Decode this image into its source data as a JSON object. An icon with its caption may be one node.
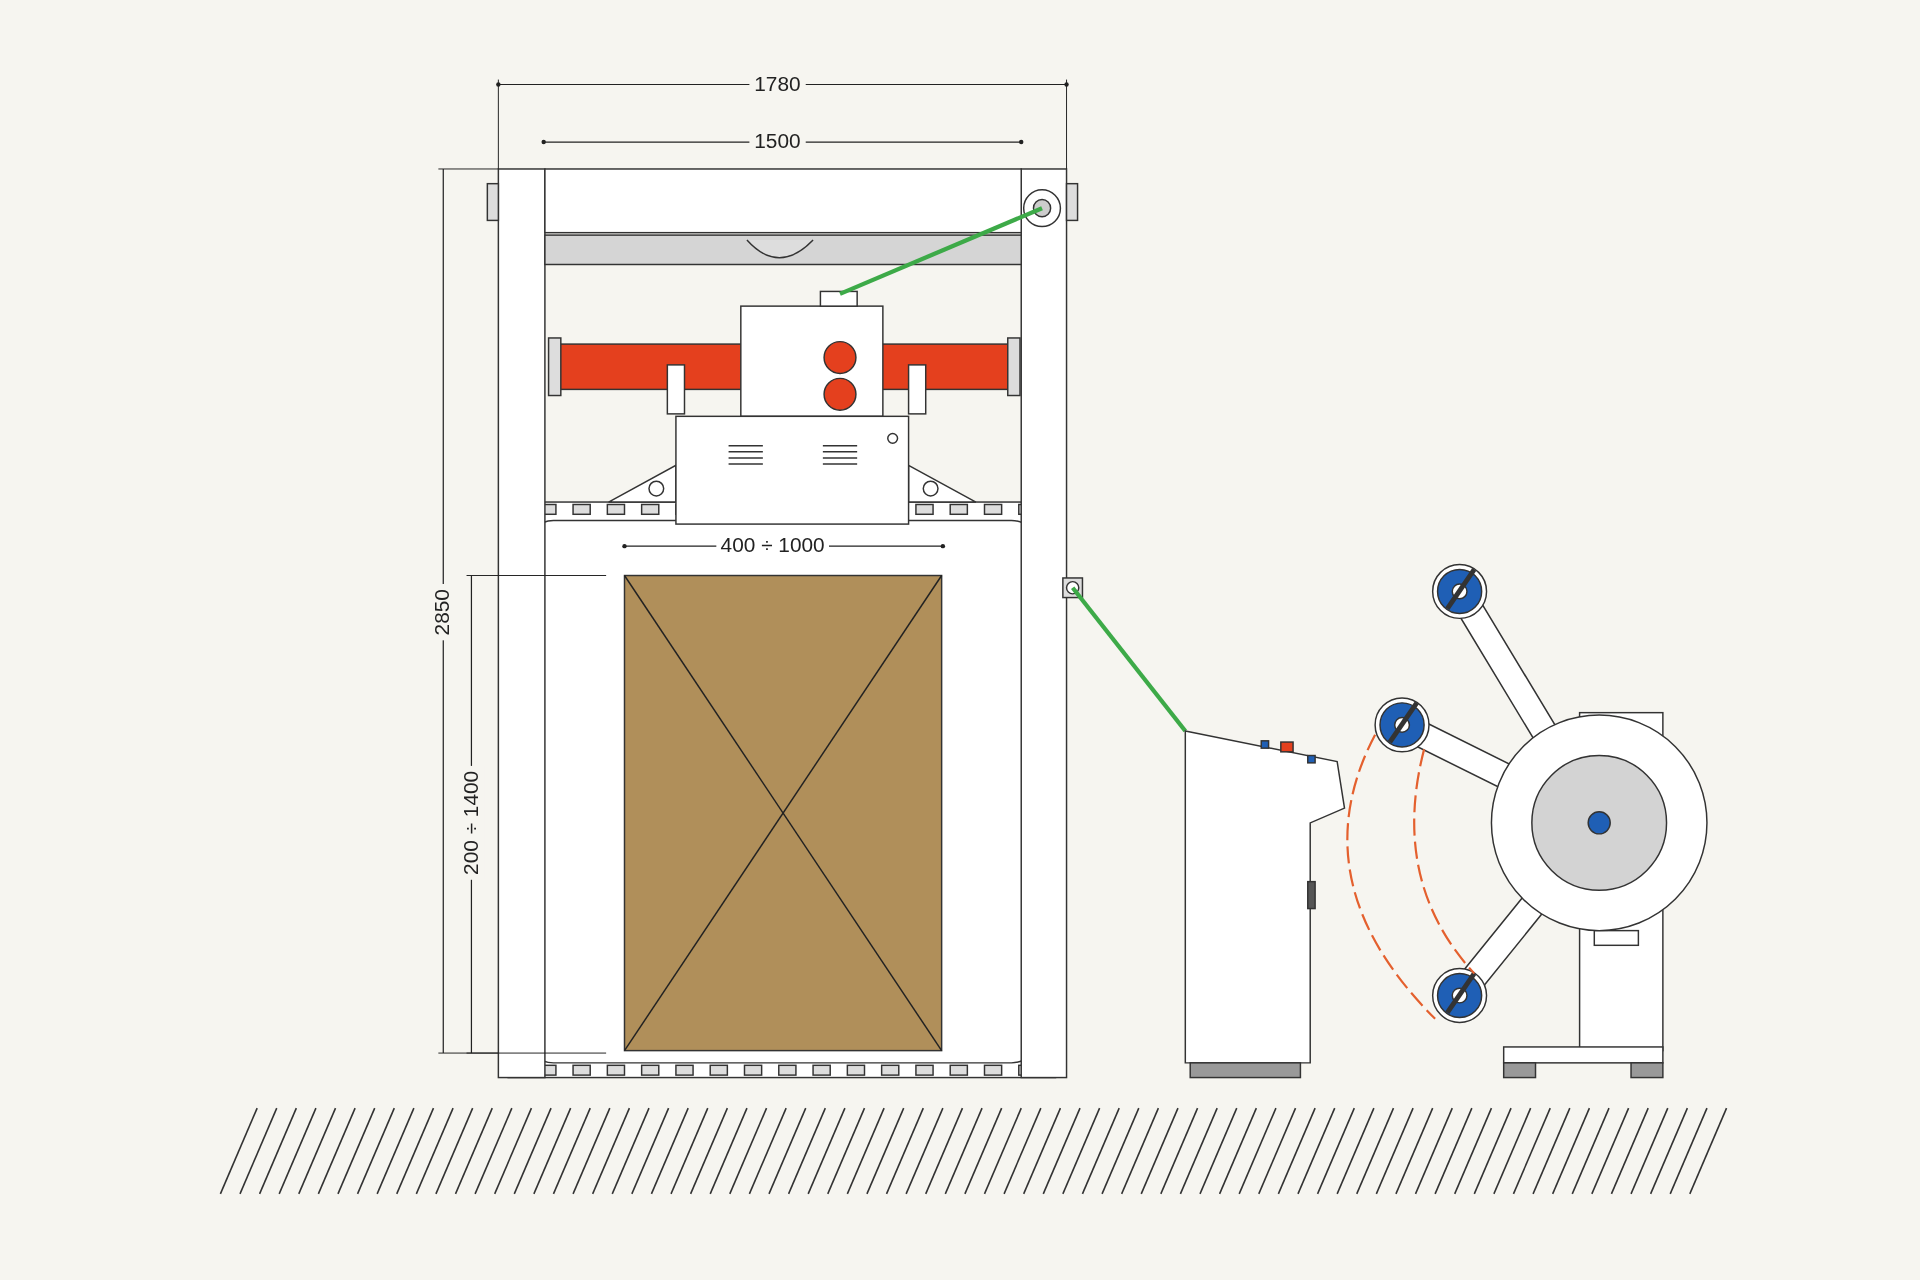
{
  "diagram": {
    "labels": [
      "1780",
      "1500",
      "2850",
      "400 ÷ 1000",
      "200 ÷ 1400"
    ]
  }
}
